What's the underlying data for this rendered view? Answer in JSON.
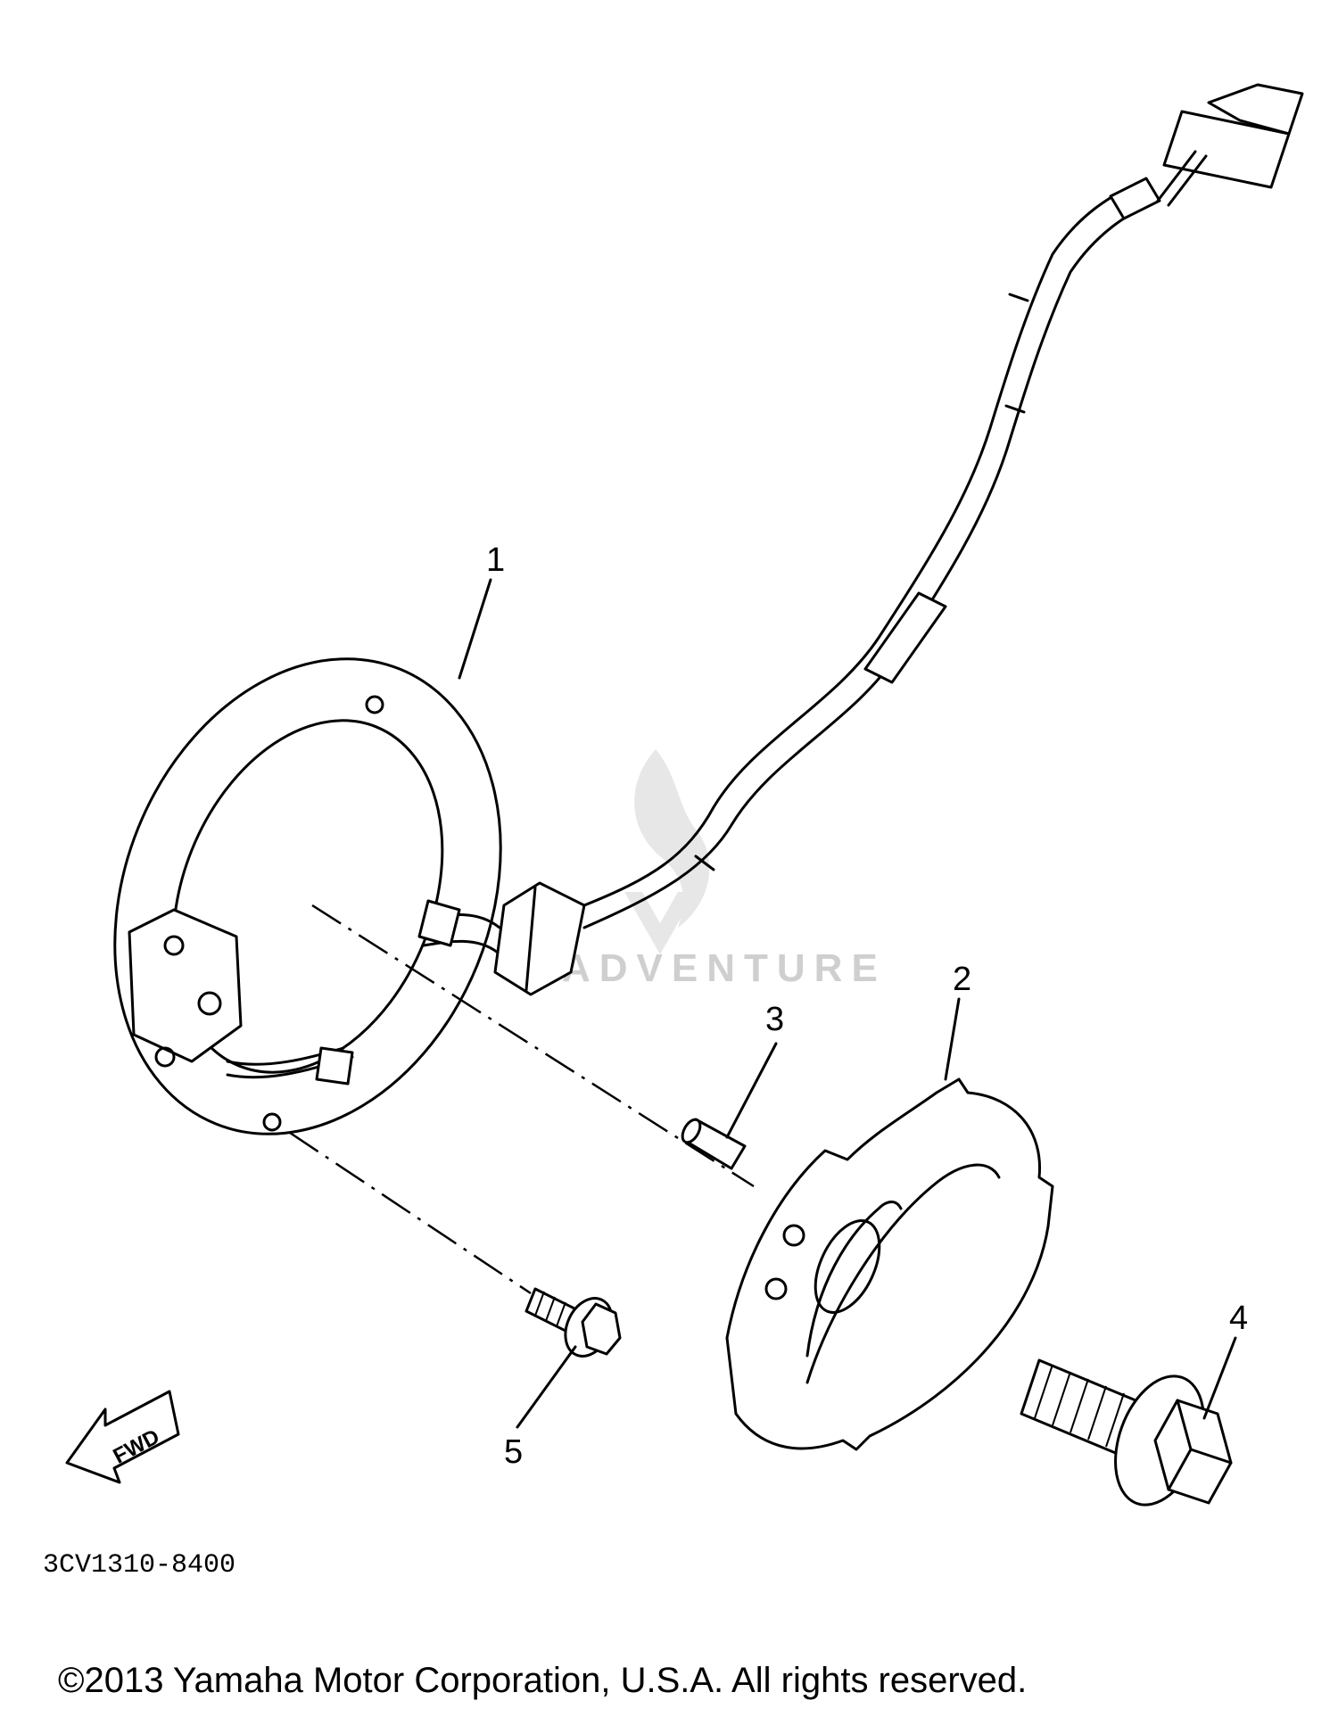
{
  "diagram": {
    "callouts": [
      "1",
      "2",
      "3",
      "4",
      "5"
    ],
    "direction_label": "FWD",
    "part_code": "3CV1310-8400",
    "watermark": "ADVENTURE",
    "copyright": "©2013 Yamaha Motor Corporation, U.S.A. All rights reserved."
  },
  "colors": {
    "ink": "#000000",
    "background": "#ffffff",
    "watermark": "#cfcfcf"
  },
  "icons": [
    "fwd-arrow-icon",
    "flame-logo-icon"
  ]
}
